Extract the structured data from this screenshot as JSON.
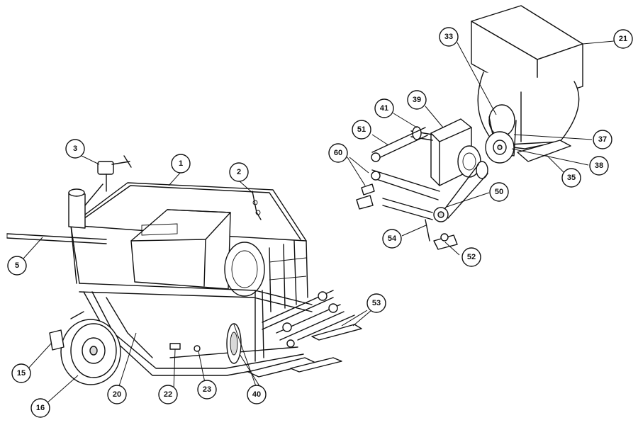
{
  "callouts": [
    {
      "id": "c1",
      "label": "1"
    },
    {
      "id": "c2",
      "label": "2"
    },
    {
      "id": "c3",
      "label": "3"
    },
    {
      "id": "c5",
      "label": "5"
    },
    {
      "id": "c15",
      "label": "15"
    },
    {
      "id": "c16",
      "label": "16"
    },
    {
      "id": "c20",
      "label": "20"
    },
    {
      "id": "c21",
      "label": "21"
    },
    {
      "id": "c22",
      "label": "22"
    },
    {
      "id": "c23",
      "label": "23"
    },
    {
      "id": "c33",
      "label": "33"
    },
    {
      "id": "c35",
      "label": "35"
    },
    {
      "id": "c37",
      "label": "37"
    },
    {
      "id": "c38",
      "label": "38"
    },
    {
      "id": "c39",
      "label": "39"
    },
    {
      "id": "c40",
      "label": "40"
    },
    {
      "id": "c41",
      "label": "41"
    },
    {
      "id": "c50",
      "label": "50"
    },
    {
      "id": "c51",
      "label": "51"
    },
    {
      "id": "c52",
      "label": "52"
    },
    {
      "id": "c53",
      "label": "53"
    },
    {
      "id": "c54",
      "label": "54"
    },
    {
      "id": "c60",
      "label": "60"
    }
  ]
}
